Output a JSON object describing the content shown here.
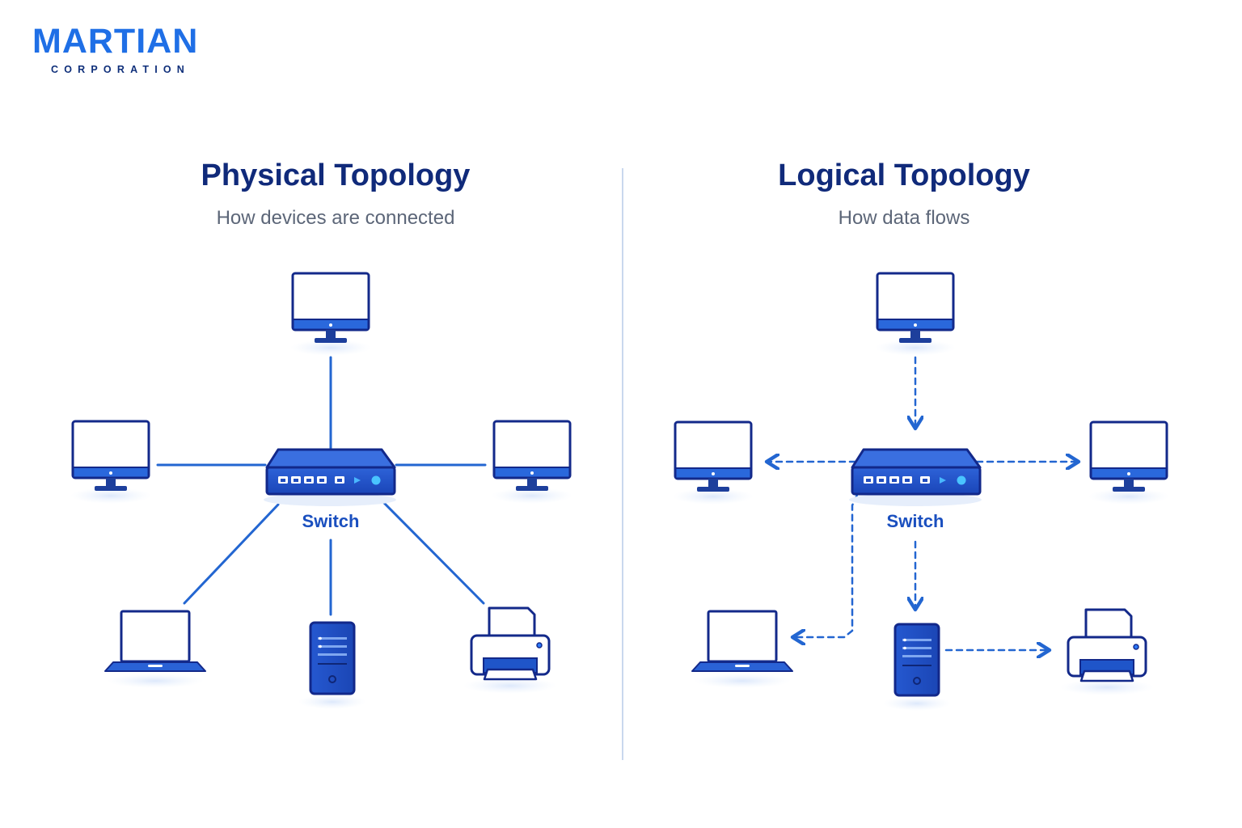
{
  "brand": {
    "name": "MARTIAN",
    "sub": "CORPORATION"
  },
  "physical": {
    "title": "Physical Topology",
    "subtitle": "How devices are connected",
    "switch_label": "Switch"
  },
  "logical": {
    "title": "Logical Topology",
    "subtitle": "How data flows",
    "switch_label": "Switch"
  },
  "colors": {
    "primary": "#1f5fd6",
    "dark": "#12288a",
    "line": "#2366d1",
    "accent": "#2b7bff",
    "divider": "#c9d8ee"
  }
}
